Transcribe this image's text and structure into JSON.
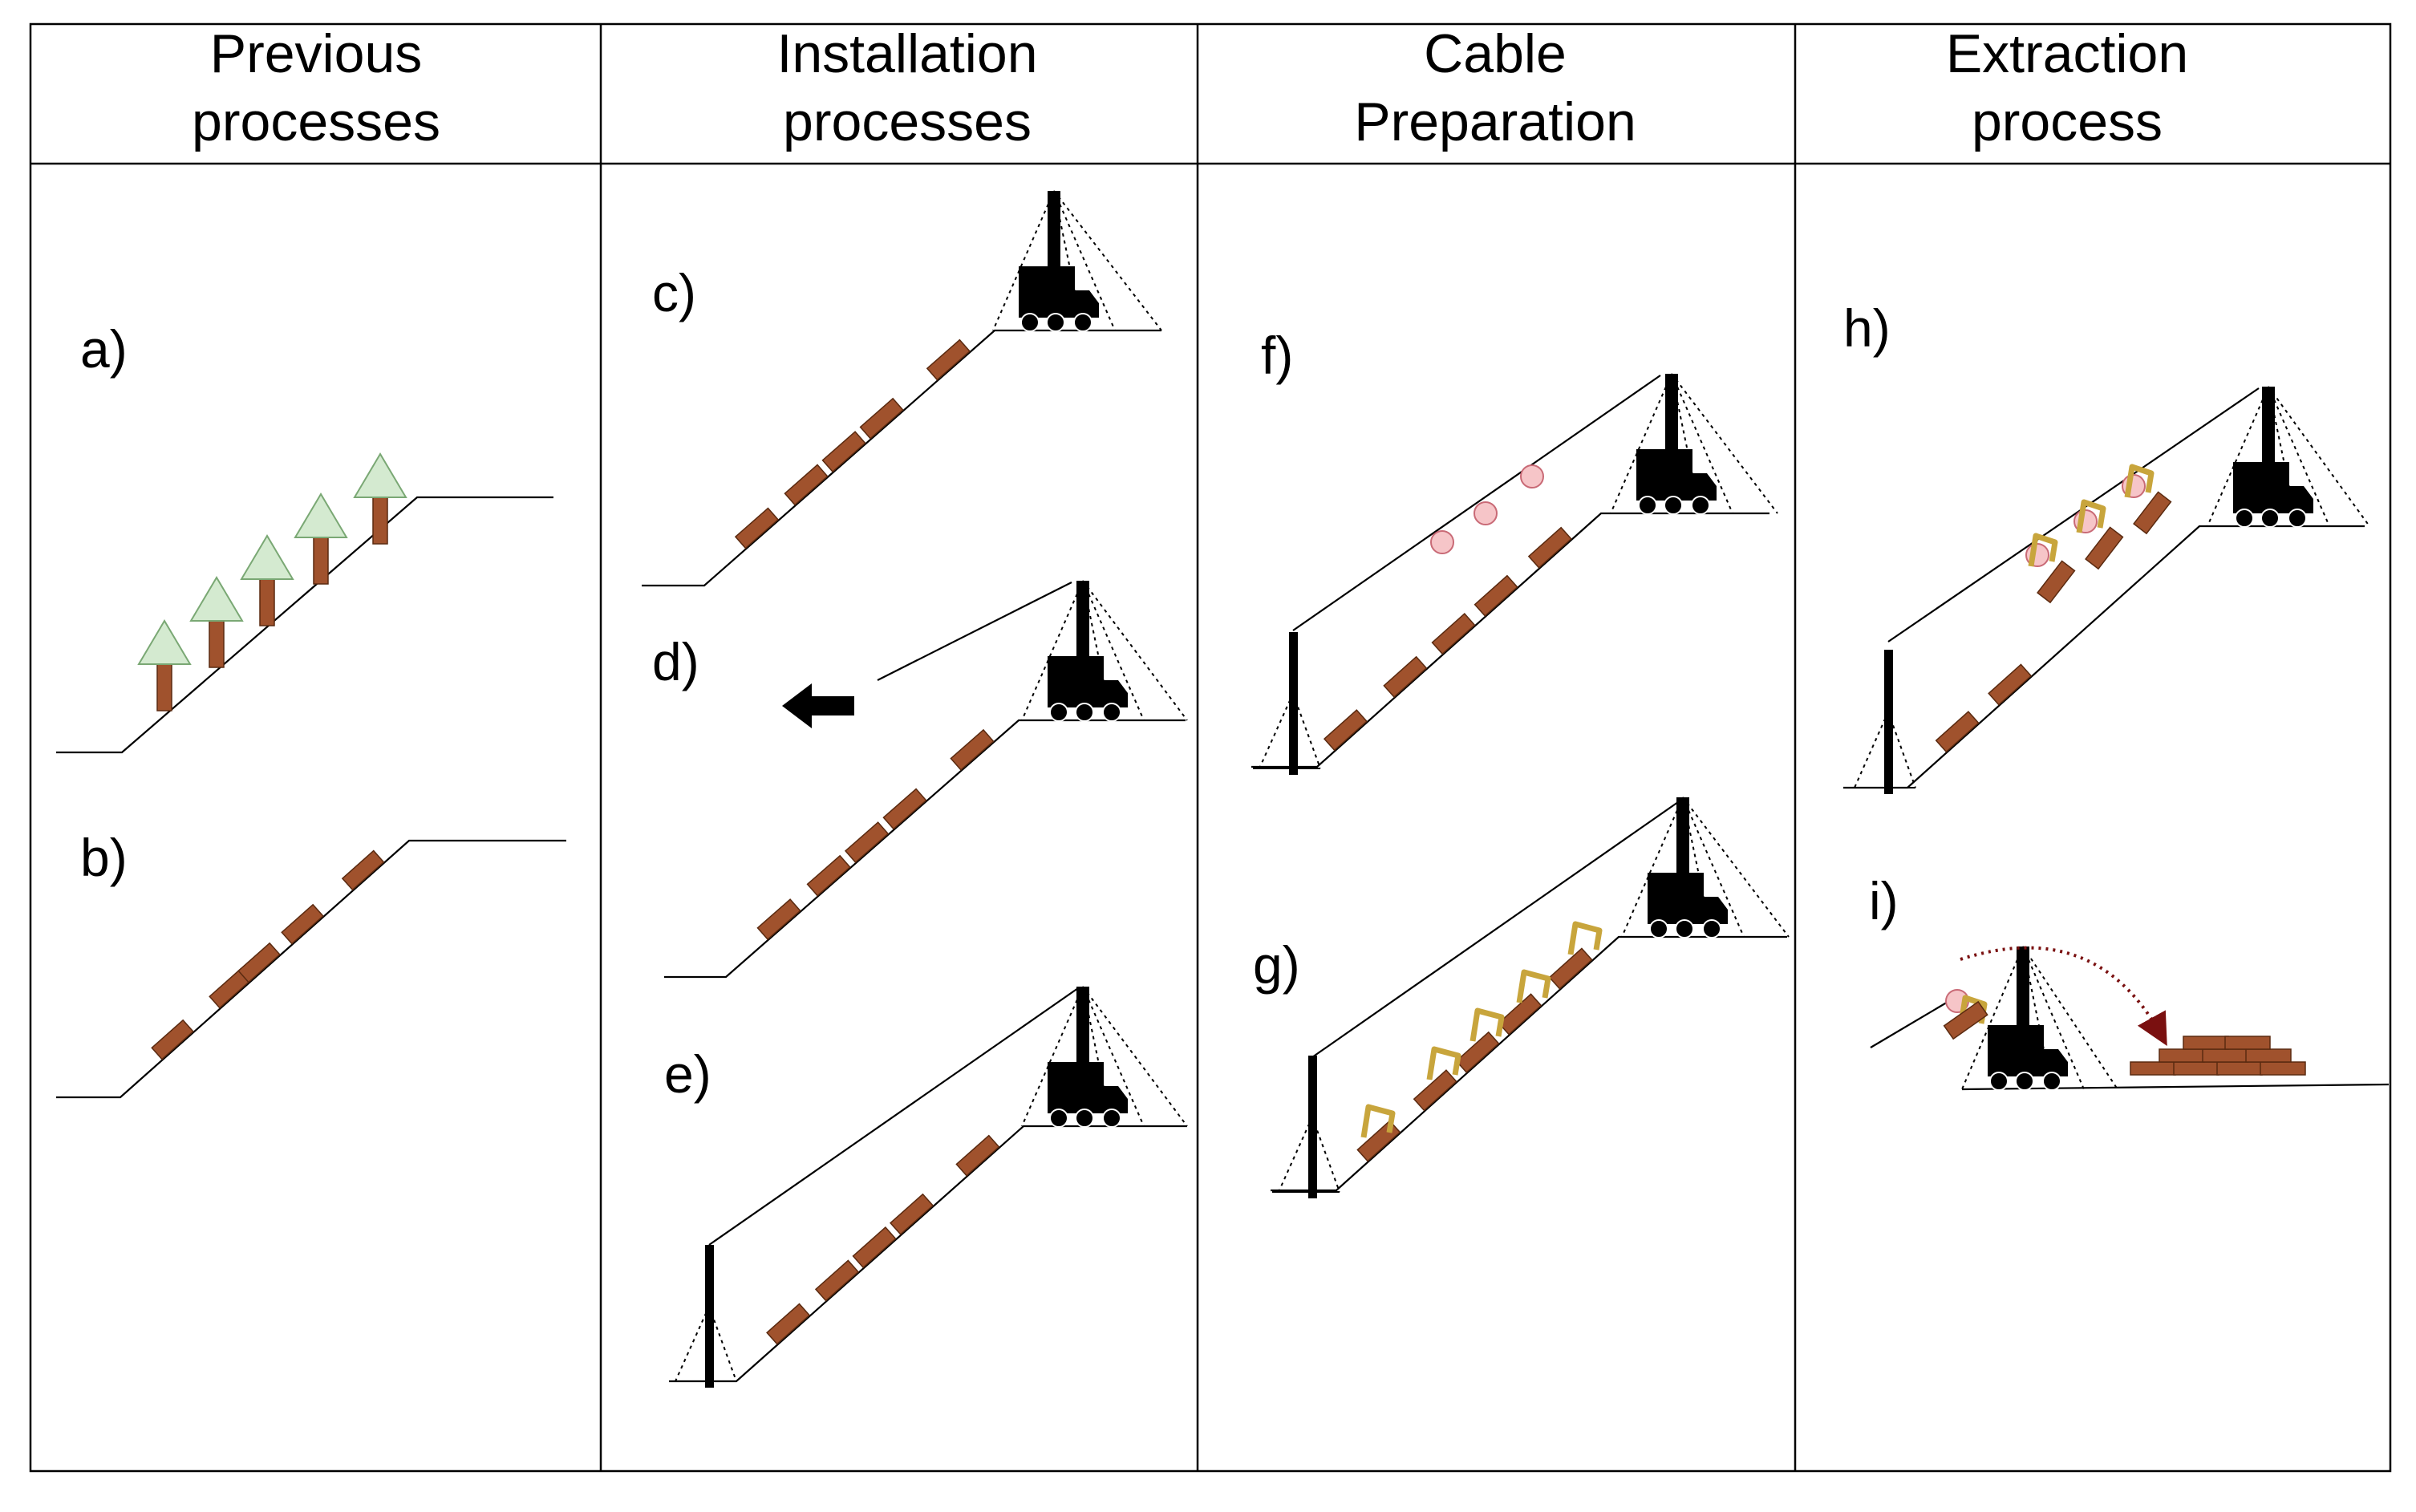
{
  "columns": [
    {
      "line1": "Previous",
      "line2": "processes"
    },
    {
      "line1": "Installation",
      "line2": "processes"
    },
    {
      "line1": "Cable",
      "line2": "Preparation"
    },
    {
      "line1": "Extraction",
      "line2": "process"
    }
  ],
  "panels": {
    "a": "a)",
    "b": "b)",
    "c": "c)",
    "d": "d)",
    "e": "e)",
    "f": "f)",
    "g": "g)",
    "h": "h)",
    "i": "i)"
  },
  "colors": {
    "log": "#a0522d",
    "tree_crown": "#d4ead0",
    "tree_crown_stroke": "#7aa874",
    "choker_ball": "#f6c5c8",
    "choker_ball_stroke": "#c96a76",
    "choker_hook": "#c8a53c",
    "machine": "#000000",
    "arrow": "#7a1010"
  }
}
